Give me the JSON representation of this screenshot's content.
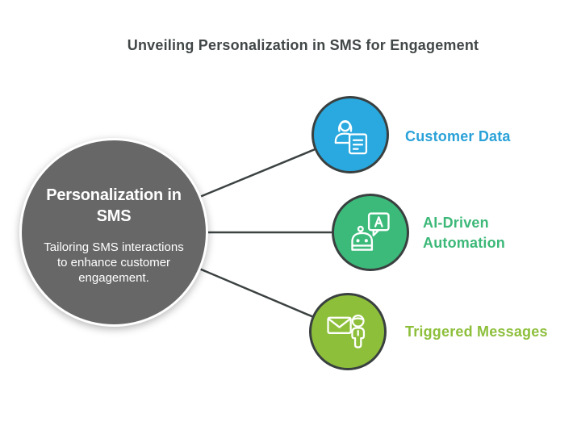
{
  "title": "Unveiling Personalization in SMS for Engagement",
  "center_node": {
    "heading": "Personalization in SMS",
    "description": "Tailoring SMS interactions to enhance customer engagement.",
    "fill": "#676767",
    "text_color": "#ffffff"
  },
  "nodes": [
    {
      "label": "Customer Data",
      "fill": "#29a9df",
      "label_color": "#2aa2d8",
      "icon": "customer-profile-document-icon"
    },
    {
      "label": "AI-Driven Automation",
      "fill": "#3cba7a",
      "label_color": "#3cb878",
      "icon": "ai-robot-chat-icon"
    },
    {
      "label": "Triggered Messages",
      "fill": "#8dbf3b",
      "label_color": "#8dbf3b",
      "icon": "email-person-icon"
    }
  ],
  "colors": {
    "background": "#ffffff",
    "title_text": "#414647",
    "connector": "#3c4242",
    "node_ring": "#3a4040"
  }
}
